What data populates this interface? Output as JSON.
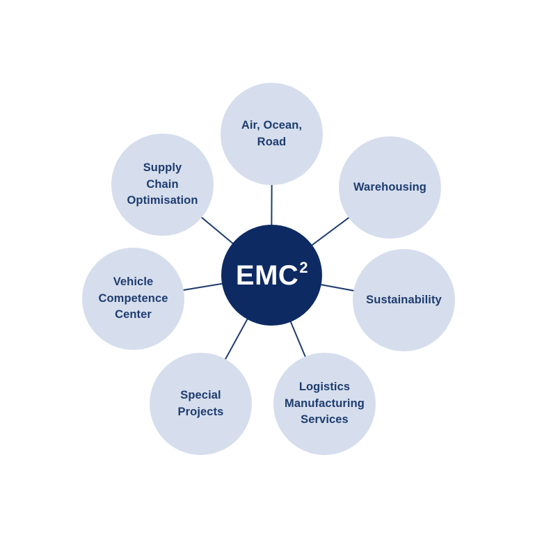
{
  "diagram": {
    "center": {
      "label": "EMC",
      "superscript": "2"
    },
    "nodes": [
      {
        "id": "air-ocean-road",
        "label": "Air, Ocean,\nRoad"
      },
      {
        "id": "warehousing",
        "label": "Warehousing"
      },
      {
        "id": "sustainability",
        "label": "Sustainability"
      },
      {
        "id": "logistics-manufacturing-services",
        "label": "Logistics\nManufacturing\nServices"
      },
      {
        "id": "special-projects",
        "label": "Special\nProjects"
      },
      {
        "id": "vehicle-competence-center",
        "label": "Vehicle\nCompetence\nCenter"
      },
      {
        "id": "supply-chain-optimisation",
        "label": "Supply\nChain\nOptimisation"
      }
    ],
    "colors": {
      "background": "#FFFFFF",
      "center_fill": "#0D2A63",
      "center_text": "#FFFFFF",
      "satellite_fill": "#D6DEED",
      "satellite_text": "#1E3C6F",
      "connector": "#1E3C6F"
    }
  }
}
